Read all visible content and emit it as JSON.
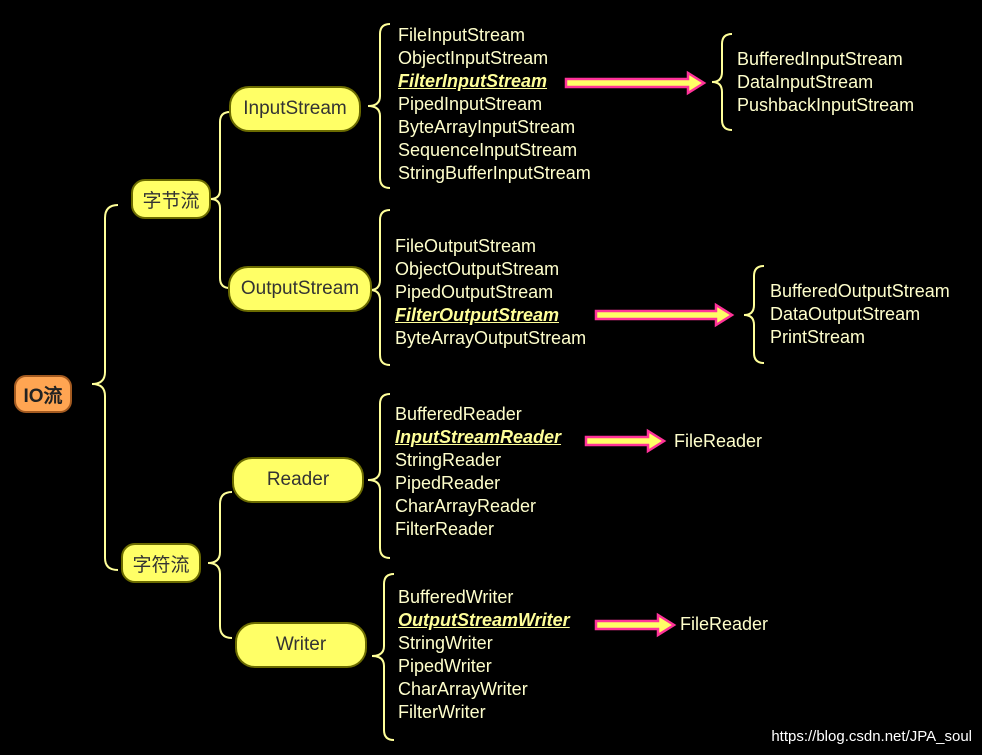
{
  "root": "IO流",
  "categories": [
    {
      "label": "字节流",
      "children": [
        {
          "label": "InputStream",
          "items": [
            "FileInputStream",
            "ObjectInputStream",
            "FilterInputStream",
            "PipedInputStream",
            "ByteArrayInputStream",
            "SequenceInputStream",
            "StringBufferInputStream"
          ],
          "highlight": "FilterInputStream",
          "subclasses": [
            "BufferedInputStream",
            "DataInputStream",
            "PushbackInputStream"
          ]
        },
        {
          "label": "OutputStream",
          "items": [
            "FileOutputStream",
            "ObjectOutputStream",
            "PipedOutputStream",
            "FilterOutputStream",
            "ByteArrayOutputStream"
          ],
          "highlight": "FilterOutputStream",
          "subclasses": [
            "BufferedOutputStream",
            "DataOutputStream",
            "PrintStream"
          ]
        }
      ]
    },
    {
      "label": "字符流",
      "children": [
        {
          "label": "Reader",
          "items": [
            "BufferedReader",
            "InputStreamReader",
            "StringReader",
            "PipedReader",
            "CharArrayReader",
            "FilterReader"
          ],
          "highlight": "InputStreamReader",
          "subclasses": [
            "FileReader"
          ]
        },
        {
          "label": "Writer",
          "items": [
            "BufferedWriter",
            "OutputStreamWriter",
            "StringWriter",
            "PipedWriter",
            "CharArrayWriter",
            "FilterWriter"
          ],
          "highlight": "OutputStreamWriter",
          "subclasses": [
            "FileReader"
          ]
        }
      ]
    }
  ],
  "watermark": "https://blog.csdn.net/JPA_soul",
  "colors": {
    "background": "#000000",
    "node": "#ffff66",
    "root": "#ffa552",
    "brace": "#ffff99",
    "arrow_fill": "#ffff66",
    "arrow_outline": "#ff3399"
  }
}
